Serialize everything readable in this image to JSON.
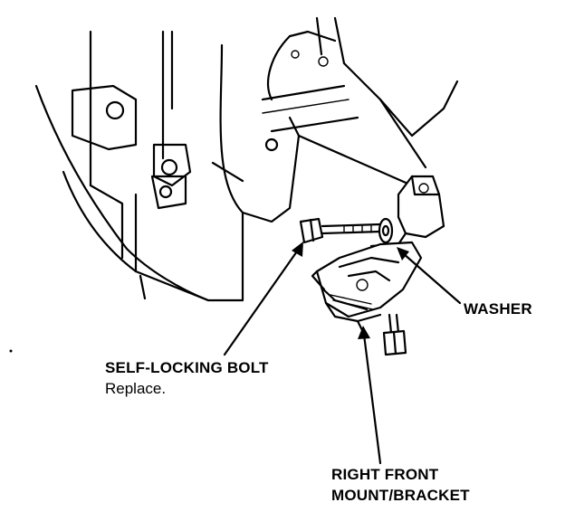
{
  "callouts": {
    "washer": "WASHER",
    "self_locking_bolt": "SELF-LOCKING BOLT",
    "self_locking_bolt_note": "Replace.",
    "mount_line1": "RIGHT FRONT",
    "mount_line2": "MOUNT/BRACKET"
  },
  "colors": {
    "ink": "#000000",
    "paper": "#ffffff"
  }
}
